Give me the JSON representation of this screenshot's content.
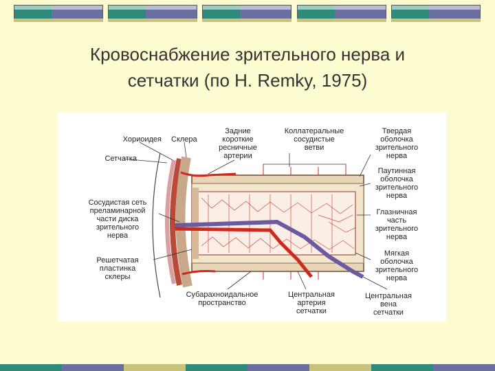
{
  "slide": {
    "title": "Кровоснабжение зрительного нерва и\nсетчатки (по H. Remky, 1975)"
  },
  "decor": {
    "colors": {
      "background": "#fdfbd0",
      "teal": "#2e8b7c",
      "slate": "#6b6fa0",
      "sand": "#c9c27a",
      "title_text": "#333333",
      "artery": "#cc2a1f",
      "vein": "#6a5aa0"
    }
  },
  "diagram": {
    "labels": {
      "choroid": "Хориоидея",
      "sclera": "Склера",
      "posterior_ciliary": "Задние\nкороткие\nресничные\nартерии",
      "collateral": "Коллатеральные\nсосудистые\nветви",
      "dura": "Твердая\nоболочка\nзрительного\nнерва",
      "retina": "Сетчатка",
      "arachnoid": "Паутинная\nоболочка\nзрительного\nнерва",
      "vascular_net": "Сосудистая сеть\nпреламинарной\nчасти диска\nзрительного\nнерва",
      "orbital_part": "Глазничная\nчасть\nзрительного\nнерва",
      "lamina": "Решетчатая\nпластинка\nсклеры",
      "pia": "Мягкая\nоболочка\nзрительного\nнерва",
      "subarachnoid": "Субарахноидальное\nпространство",
      "central_artery": "Центральная\nартерия\nсетчатки",
      "central_vein": "Центральная\nвена\nсетчатки"
    }
  }
}
